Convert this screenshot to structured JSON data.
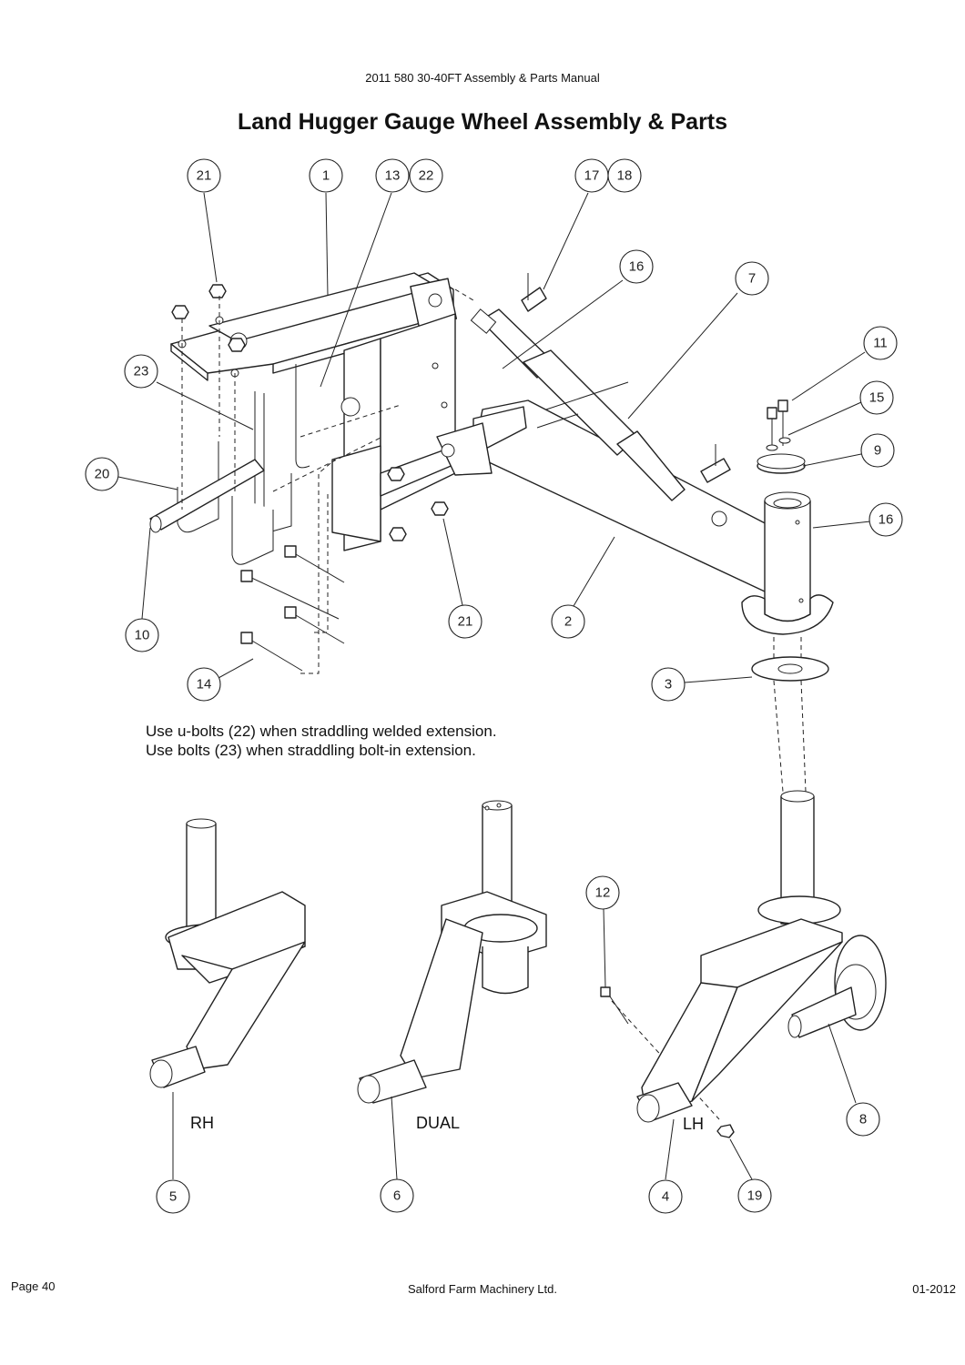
{
  "header": {
    "manual_title": "2011 580 30-40FT Assembly & Parts Manual"
  },
  "page_title": "Land Hugger Gauge Wheel Assembly & Parts",
  "notes": [
    "Use u-bolts (22) when straddling welded extension.",
    "Use bolts (23) when straddling bolt-in extension."
  ],
  "variant_labels": {
    "rh": "RH",
    "dual": "DUAL",
    "lh": "LH"
  },
  "callouts": {
    "c21a": "21",
    "c1": "1",
    "c13": "13",
    "c22": "22",
    "c17": "17",
    "c18": "18",
    "c16a": "16",
    "c7": "7",
    "c11": "11",
    "c15": "15",
    "c9": "9",
    "c16b": "16",
    "c23": "23",
    "c20": "20",
    "c10": "10",
    "c14": "14",
    "c21b": "21",
    "c2": "2",
    "c3": "3",
    "c12": "12",
    "c8": "8",
    "c5": "5",
    "c6": "6",
    "c4": "4",
    "c19": "19"
  },
  "footer": {
    "page": "Page 40",
    "company": "Salford Farm Machinery Ltd.",
    "date": "01-2012"
  }
}
